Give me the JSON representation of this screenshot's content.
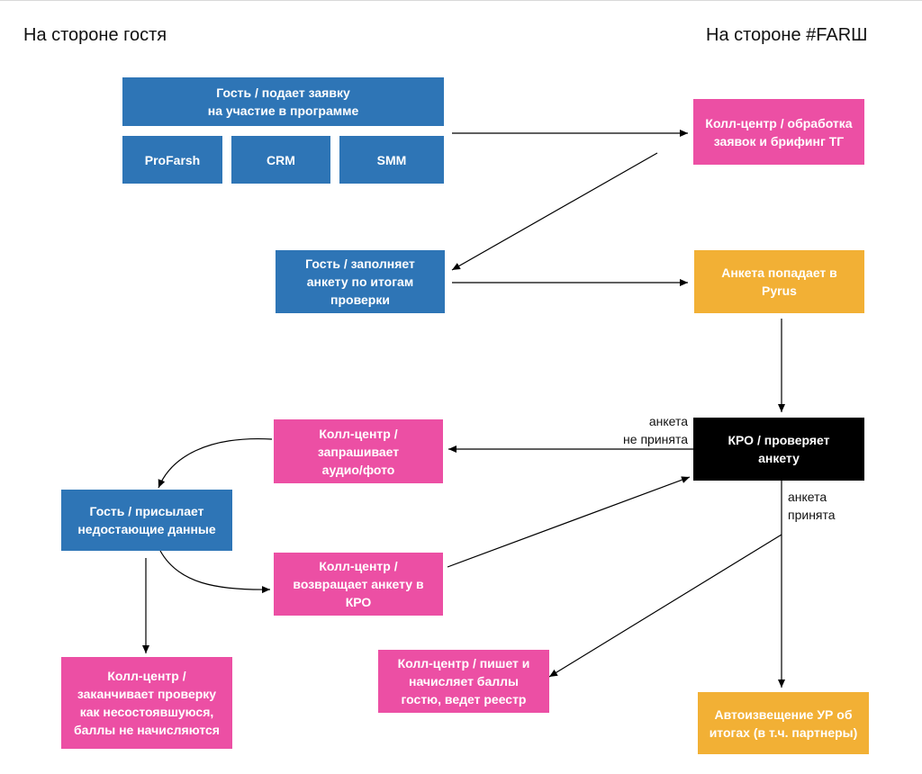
{
  "headers": {
    "guest_side": "На стороне гостя",
    "farsh_side": "На стороне #FARШ"
  },
  "nodes": {
    "guest_apply": "Гость / подает заявку\nна участие в программе",
    "profarsh": "ProFarsh",
    "crm": "CRM",
    "smm": "SMM",
    "call_center_process": "Колл-центр / обработка\nзаявок и брифинг ТГ",
    "guest_fill_form": "Гость / заполняет\nанкету по итогам\nпроверки",
    "form_to_pyrus": "Анкета попадает в\nPyrus",
    "kro_check": "КРО / проверяет\nанкету",
    "call_center_request": "Колл-центр /\nзапрашивает\nаудио/фото",
    "guest_send_missing": "Гость / присылает\nнедостающие данные",
    "call_center_return": "Колл-центр /\nвозвращает анкету в\nКРО",
    "call_center_finish": "Колл-центр /\nзаканчивает проверку\nкак несостоявшуюся,\nбаллы не начисляются",
    "call_center_points": "Колл-центр / пишет и\nначисляет баллы\nгостю, ведет реестр",
    "auto_notify": "Автоизвещение УР об\nитогах (в т.ч. партнеры)"
  },
  "edge_labels": {
    "not_accepted": "анкета\nне принята",
    "accepted": "анкета\nпринята"
  },
  "colors": {
    "guest": "#2e75b6",
    "call_center": "#ec4fa4",
    "system": "#f2b035",
    "kro": "#000000"
  }
}
